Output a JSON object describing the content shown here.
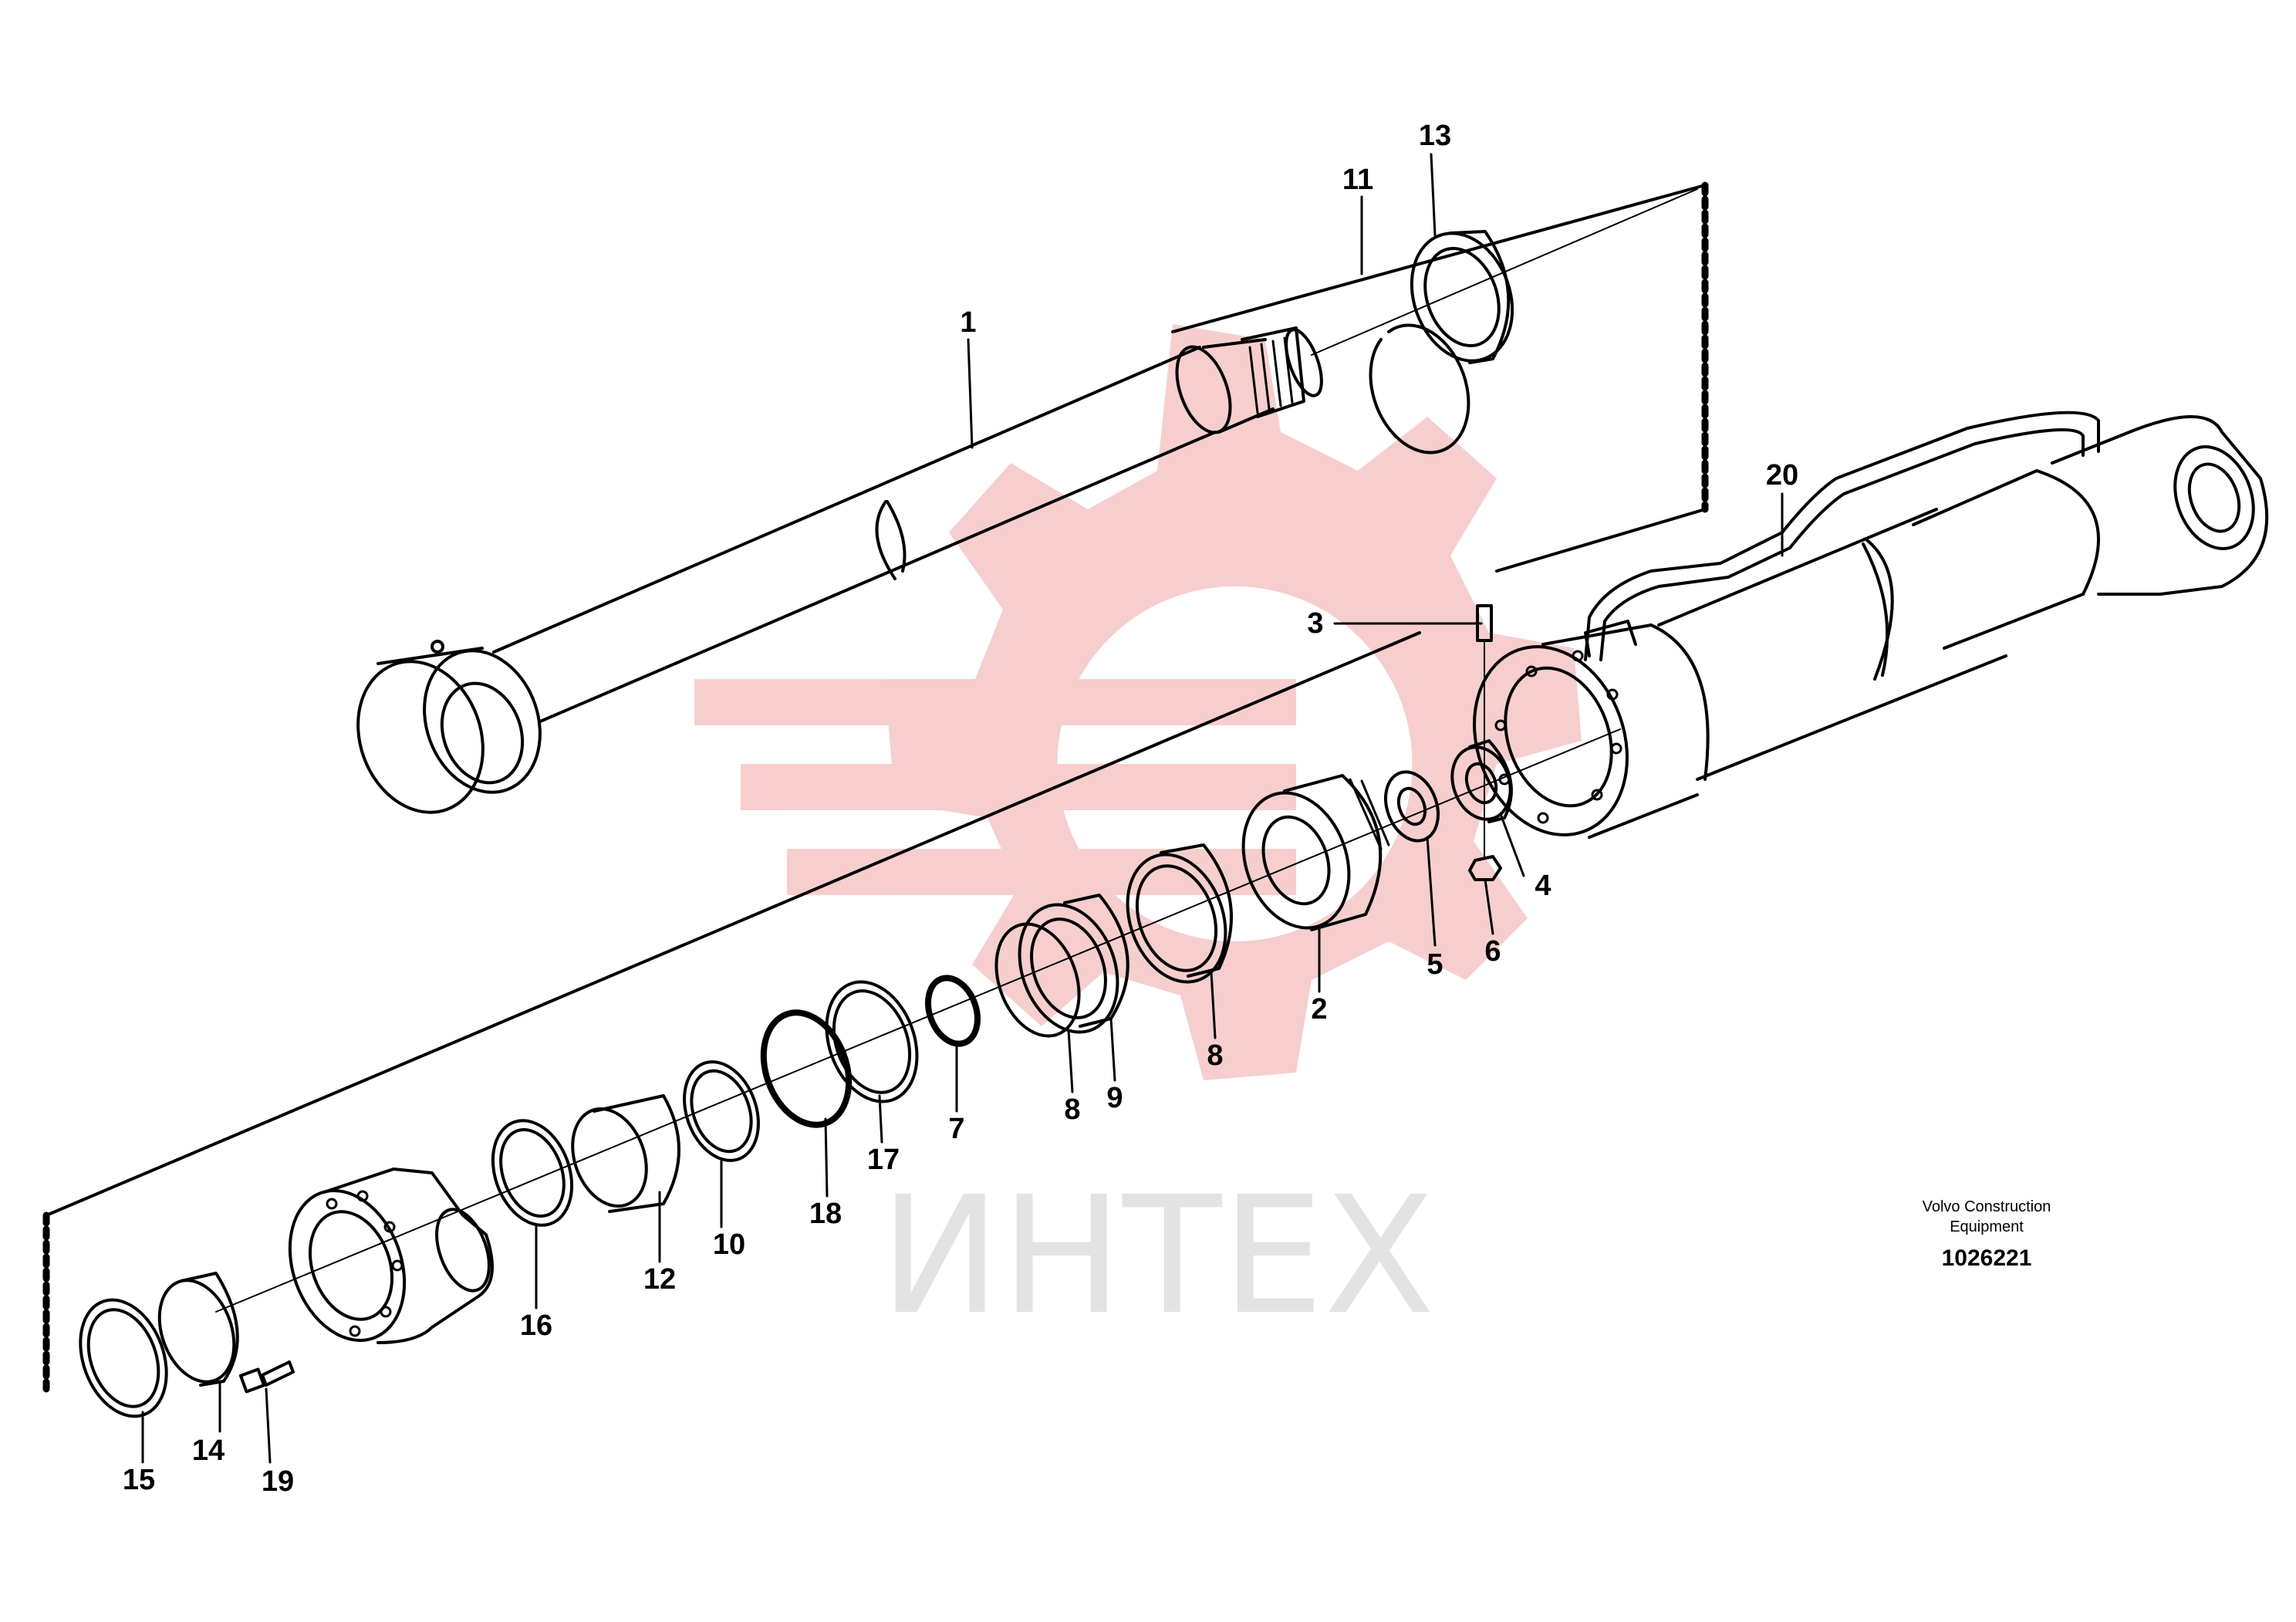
{
  "colors": {
    "line": "#000000",
    "watermark_red": "#f6c9c9",
    "watermark_gray": "#e3e3e3"
  },
  "watermark": {
    "text": "ИНТЕХ"
  },
  "credit": {
    "line1": "Volvo Construction",
    "line2": "Equipment",
    "drawing_number": "1026221"
  },
  "callouts": {
    "c1": "1",
    "c2": "2",
    "c3": "3",
    "c4": "4",
    "c5": "5",
    "c6": "6",
    "c7": "7",
    "c8a": "8",
    "c8b": "8",
    "c9": "9",
    "c10": "10",
    "c11": "11",
    "c12": "12",
    "c13": "13",
    "c14": "14",
    "c15": "15",
    "c16": "16",
    "c17": "17",
    "c18": "18",
    "c19": "19",
    "c20": "20"
  }
}
